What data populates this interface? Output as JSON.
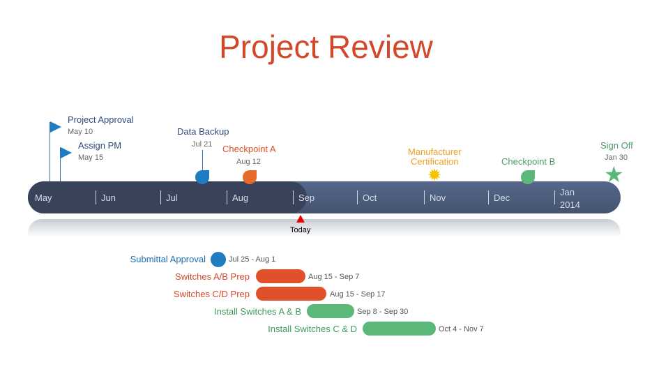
{
  "title": "Project Review",
  "months": [
    "May",
    "Jun",
    "Jul",
    "Aug",
    "Sep",
    "Oct",
    "Nov",
    "Dec",
    "Jan",
    "2014"
  ],
  "today": "Today",
  "milestones": [
    {
      "label": "Project Approval",
      "date": "May 10"
    },
    {
      "label": "Assign PM",
      "date": "May 15"
    },
    {
      "label": "Data Backup",
      "date": "Jul 21"
    },
    {
      "label": "Checkpoint A",
      "date": "Aug 12"
    },
    {
      "label": "Manufacturer",
      "label2": "Certification"
    },
    {
      "label": "Checkpoint B"
    },
    {
      "label": "Sign Off",
      "date": "Jan 30"
    }
  ],
  "tasks": [
    {
      "label": "Submittal Approval",
      "dates": "Jul 25 - Aug 1"
    },
    {
      "label": "Switches A/B Prep",
      "dates": "Aug 15 - Sep 7"
    },
    {
      "label": "Switches C/D Prep",
      "dates": "Aug 15 - Sep 17"
    },
    {
      "label": "Install Switches A & B",
      "dates": "Sep 8 - Sep 30"
    },
    {
      "label": "Install Switches C & D",
      "dates": "Oct 4 - Nov 7"
    }
  ],
  "colors": {
    "blue": "#1f7cc0",
    "orange": "#e0502a",
    "green": "#5cb879",
    "gold": "#f5c400"
  }
}
